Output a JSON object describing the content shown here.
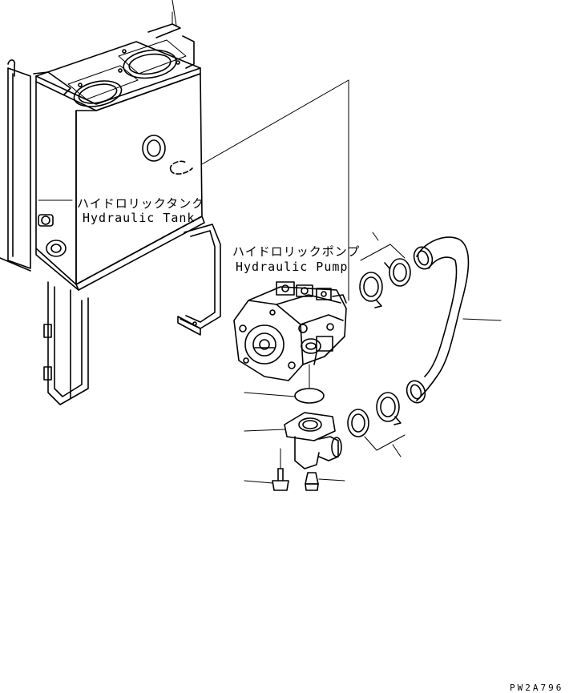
{
  "labels": {
    "tank_jp": "ハイドロリックタンク",
    "tank_en": "Hydraulic Tank",
    "pump_jp": "ハイドロリックポンプ",
    "pump_en": "Hydraulic Pump"
  },
  "drawing_code": "PW2A796"
}
